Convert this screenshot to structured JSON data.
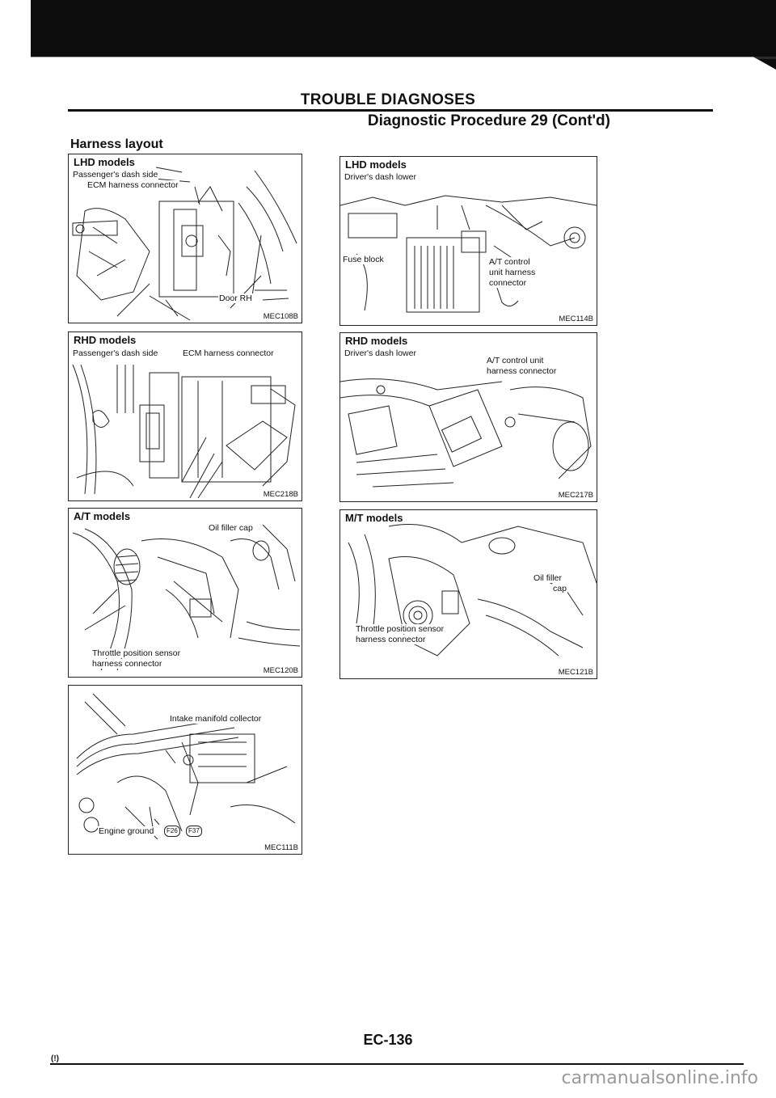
{
  "page": {
    "section_title": "TROUBLE DIAGNOSES",
    "subsection_title": "Diagnostic Procedure 29 (Cont'd)",
    "heading": "Harness layout",
    "page_number": "EC-136",
    "footer_mark": "(!)",
    "watermark": "carmanualsonline.info"
  },
  "panels": [
    {
      "title": "LHD models",
      "labels": [
        "Passenger's dash side",
        "ECM harness connector",
        "Door RH"
      ],
      "code": "MEC108B"
    },
    {
      "title": "RHD models",
      "labels": [
        "Passenger's dash side",
        "ECM harness connector"
      ],
      "code": "MEC218B"
    },
    {
      "title": "A/T models",
      "labels": [
        "Oil filler cap",
        "Throttle position sensor",
        "harness connector"
      ],
      "code": "MEC120B"
    },
    {
      "title": "",
      "labels": [
        "Intake manifold collector",
        "Engine ground",
        "F26",
        "F37"
      ],
      "code": "MEC111B"
    },
    {
      "title": "LHD models",
      "labels": [
        "Driver's dash lower",
        "Fuse block",
        "A/T control",
        "unit harness",
        "connector"
      ],
      "code": "MEC114B"
    },
    {
      "title": "RHD models",
      "labels": [
        "Driver's dash lower",
        "A/T control unit",
        "harness connector"
      ],
      "code": "MEC217B"
    },
    {
      "title": "M/T models",
      "labels": [
        "Oil filler",
        "cap",
        "Throttle position sensor",
        "harness connector"
      ],
      "code": "MEC121B"
    }
  ]
}
